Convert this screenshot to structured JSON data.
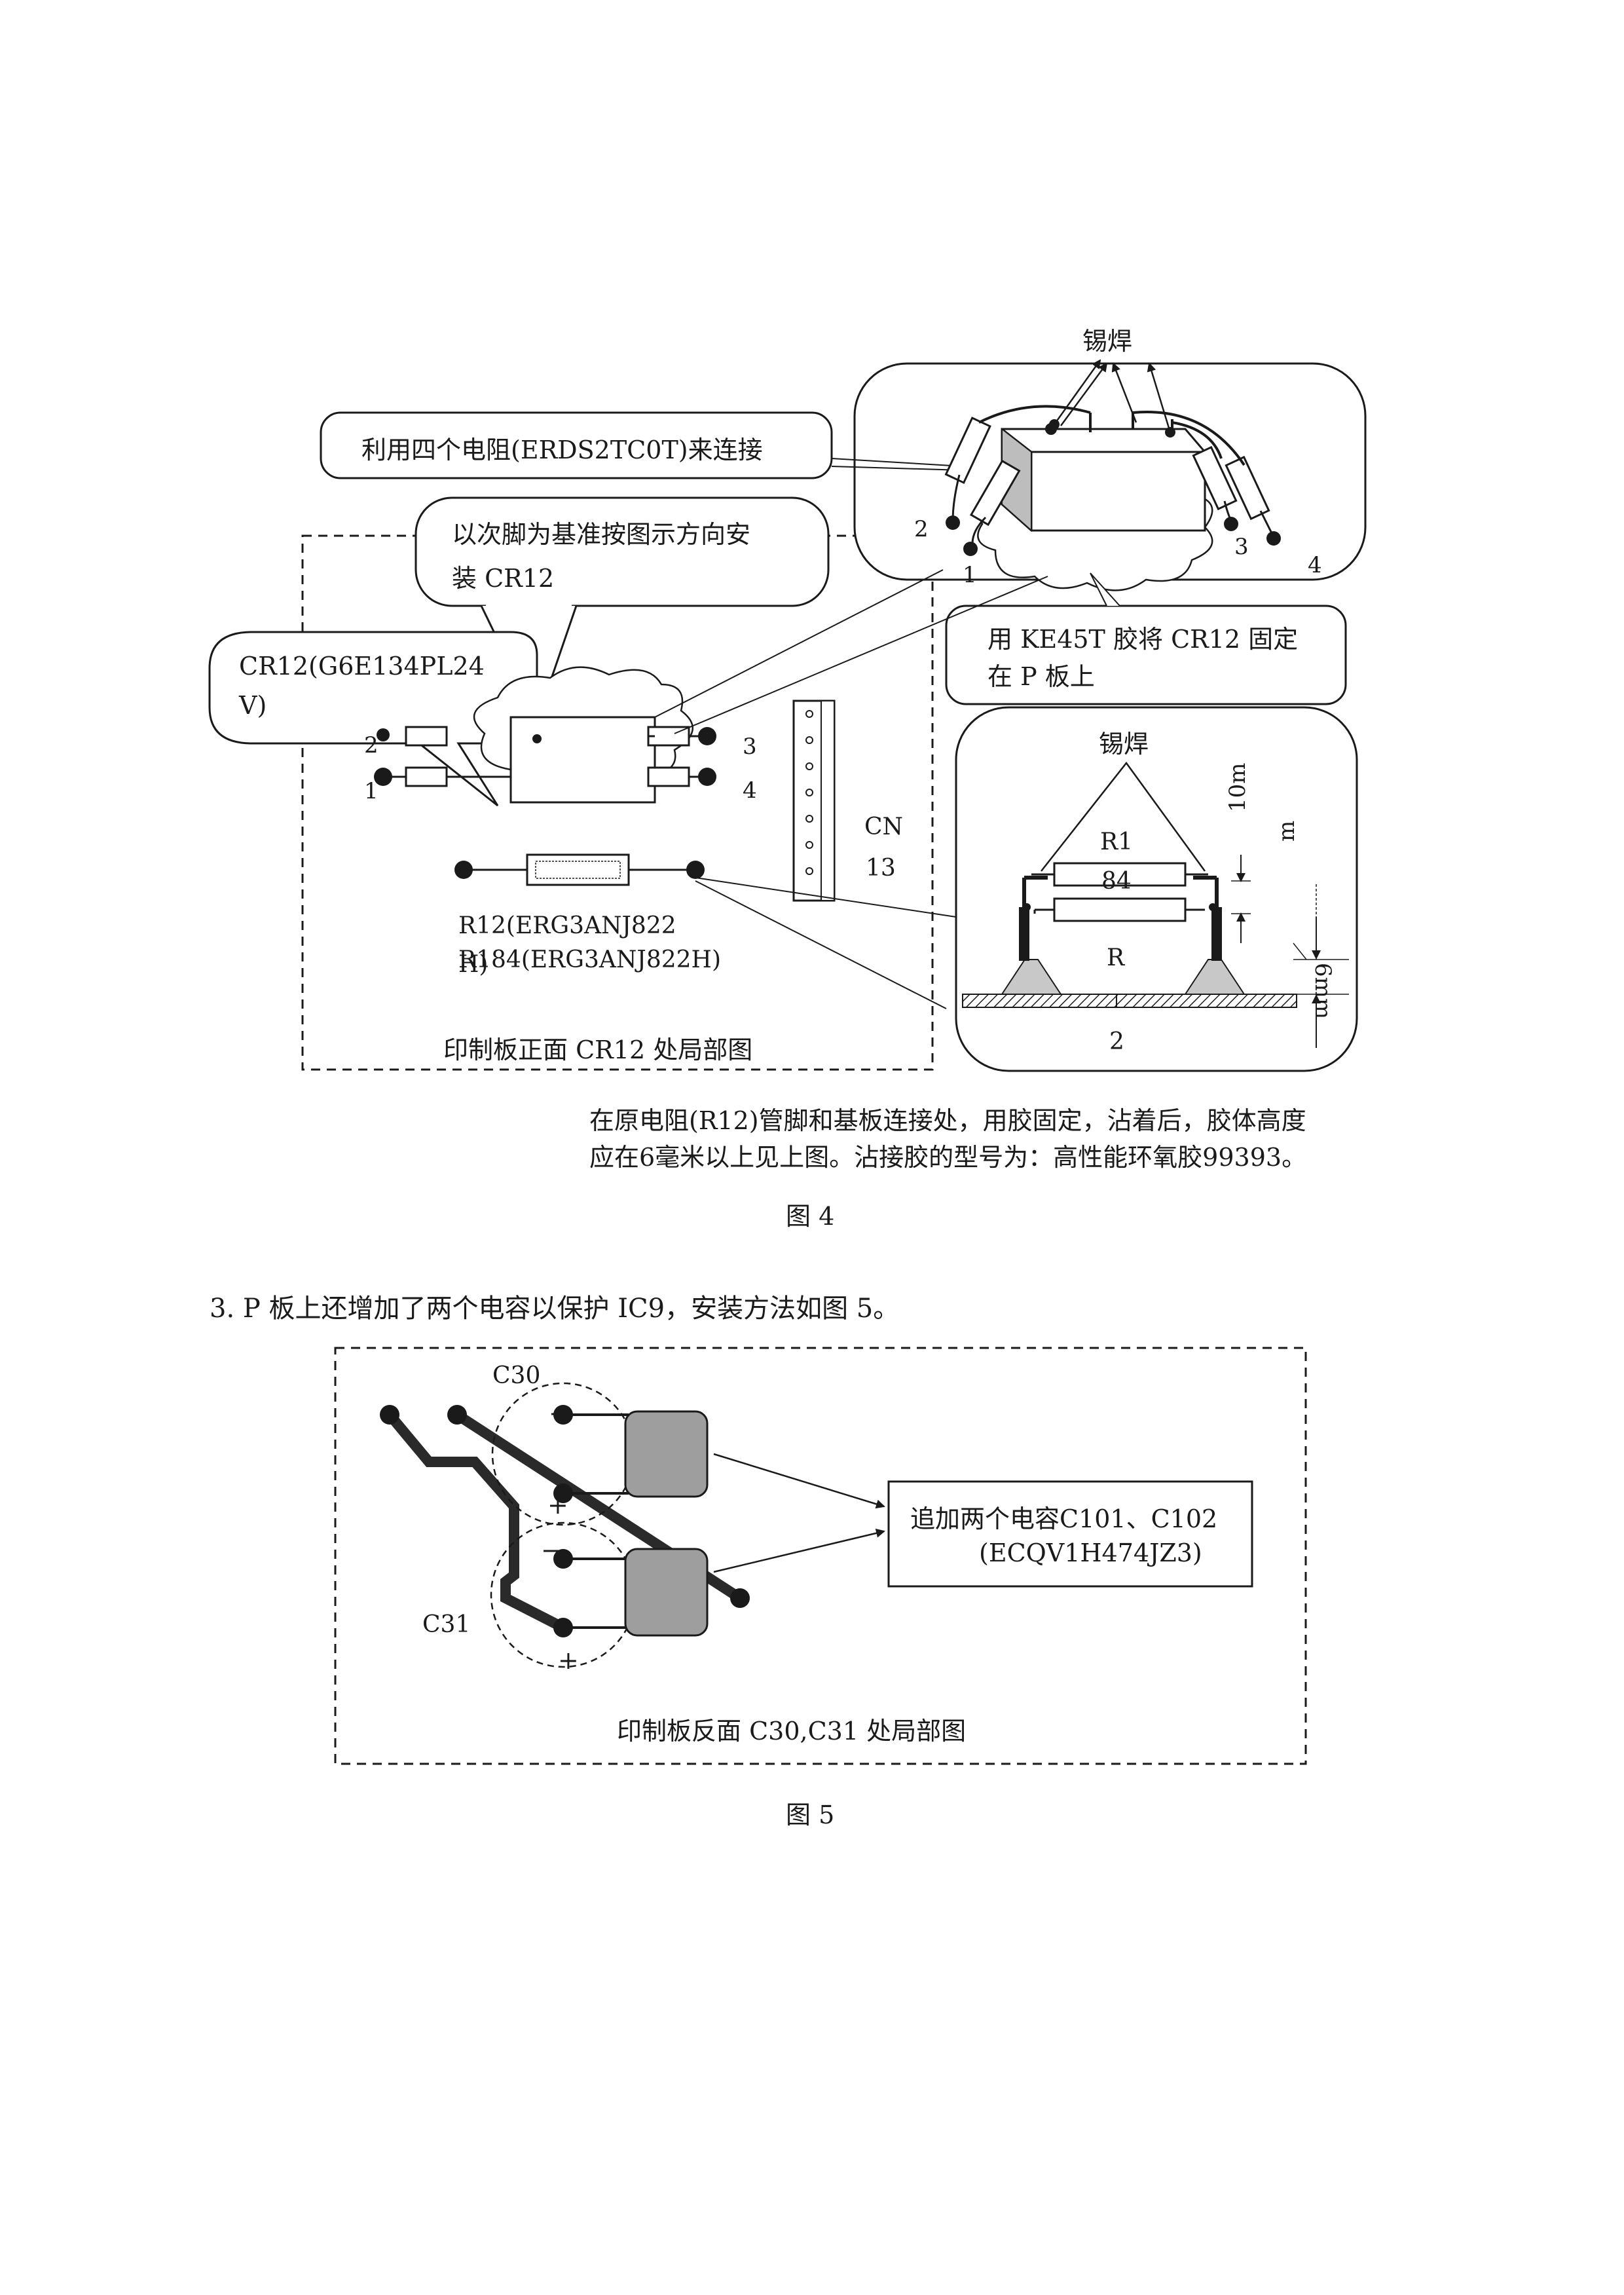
{
  "figure4": {
    "solder_top": "锡焊",
    "callout_resistors": "利用四个电阻(ERDS2TC0T)来连接",
    "callout_direction_line1": "以次脚为基准按图示方向安",
    "callout_direction_line2": "装 CR12",
    "callout_glue_line1": "用 KE45T 胶将 CR12 固定",
    "callout_glue_line2": "在 P 板上",
    "part_cr12_line1": "CR12(G6E134PL24",
    "part_cr12_line2": "V)",
    "pin_1": "1",
    "pin_2": "2",
    "pin_3": "3",
    "pin_4": "4",
    "connector_line1": "CN",
    "connector_line2": "13",
    "r12_line1": "R12(ERG3ANJ822",
    "r12_line2": "H)",
    "r184_label": "R184(ERG3ANJ822H)",
    "board_caption": "印制板正面 CR12 处局部图",
    "solder_detail": "锡焊",
    "detail_r1": "R1",
    "detail_84": "84",
    "detail_r": "R",
    "detail_2": "2",
    "dim_10mm_a": "10m",
    "dim_10mm_b": "m",
    "dim_6mm": "6mm",
    "note_line1": "在原电阻(R12)管脚和基板连接处，用胶固定，沾着后，胶体高度",
    "note_line2": "应在6毫米以上见上图。沾接胶的型号为：高性能环氧胶99393。",
    "caption": "图 4"
  },
  "section3": {
    "text": "3. P 板上还增加了两个电容以保护 IC9，安装方法如图 5。"
  },
  "figure5": {
    "c30": "C30",
    "c31": "C31",
    "minus_top": "−",
    "plus_top": "+",
    "minus_bottom": "−",
    "plus_bottom": "+",
    "box_line1": "追加两个电容C101、C102",
    "box_line2": "(ECQV1H474JZ3)",
    "board_caption": "印制板反面 C30,C31 处局部图",
    "caption": "图 5"
  },
  "colors": {
    "ink": "#1a1a1a",
    "capacitor_fill": "#9e9e9e",
    "trace": "#2a2a2a"
  }
}
